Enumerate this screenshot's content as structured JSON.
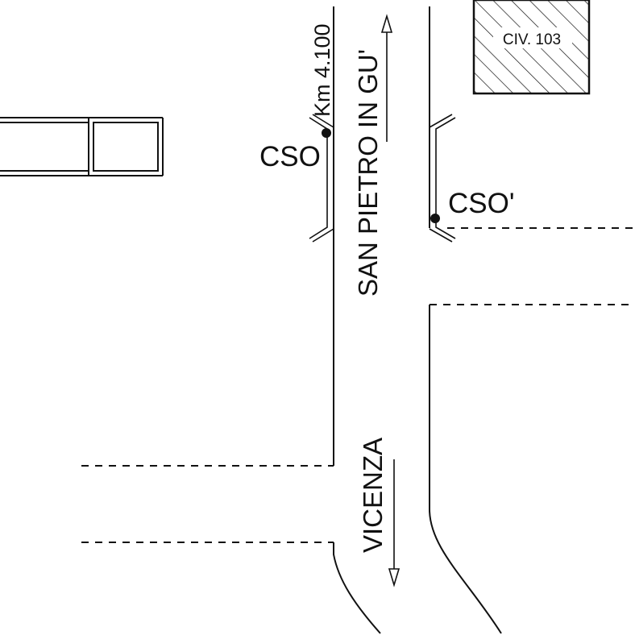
{
  "labels": {
    "road_north": "SAN PIETRO IN GU'",
    "road_south": "VICENZA",
    "km_marker": "Km 4.100",
    "cso_left": "CSO",
    "cso_right": "CSO'",
    "building": "CIV. 103"
  },
  "colors": {
    "ink": "#111111",
    "background": "#ffffff"
  },
  "icons": {
    "north_arrow": "arrow-up-icon",
    "south_arrow": "arrow-down-icon",
    "point_marker": "dot-icon"
  }
}
